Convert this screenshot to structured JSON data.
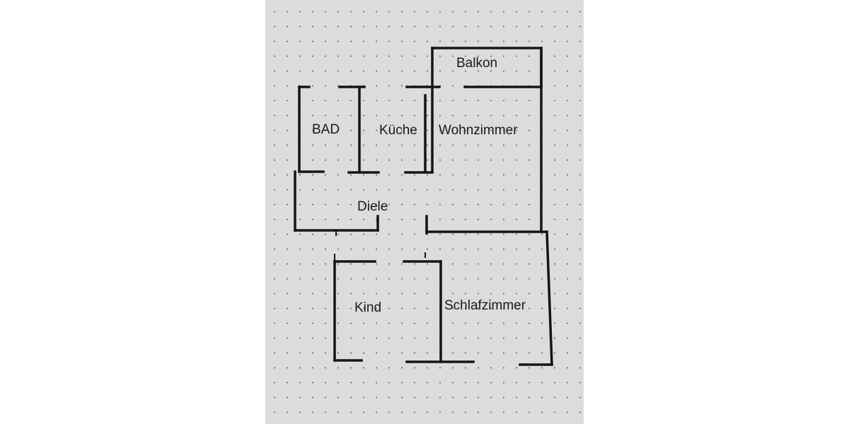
{
  "floorplan": {
    "rooms": [
      {
        "id": "balkon",
        "label": "Balkon"
      },
      {
        "id": "bad",
        "label": "BAD"
      },
      {
        "id": "kueche",
        "label": "Küche"
      },
      {
        "id": "wohnzimmer",
        "label": "Wohnzimmer"
      },
      {
        "id": "diele",
        "label": "Diele"
      },
      {
        "id": "kind",
        "label": "Kind"
      },
      {
        "id": "schlafzimmer",
        "label": "Schlafzimmer"
      }
    ]
  },
  "colors": {
    "paper": "#dcdcda",
    "ink": "#151515",
    "background": "#ffffff"
  }
}
